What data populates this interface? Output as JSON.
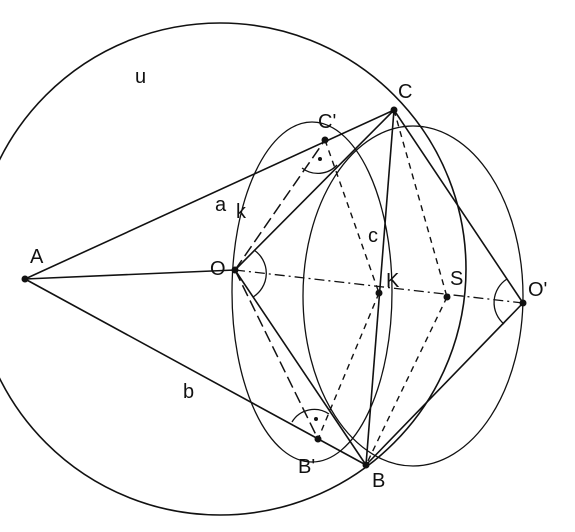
{
  "points": {
    "A": "A",
    "C": "C",
    "C_prime": "C'",
    "O": "O",
    "K": "K",
    "S": "S",
    "O_prime": "O'",
    "B_prime": "B'",
    "B": "B"
  },
  "curves": {
    "u": "u",
    "k": "k"
  },
  "segments": {
    "a": "a",
    "b": "b",
    "c": "c"
  },
  "colors": {
    "ink": "#111111",
    "background": "#ffffff"
  }
}
